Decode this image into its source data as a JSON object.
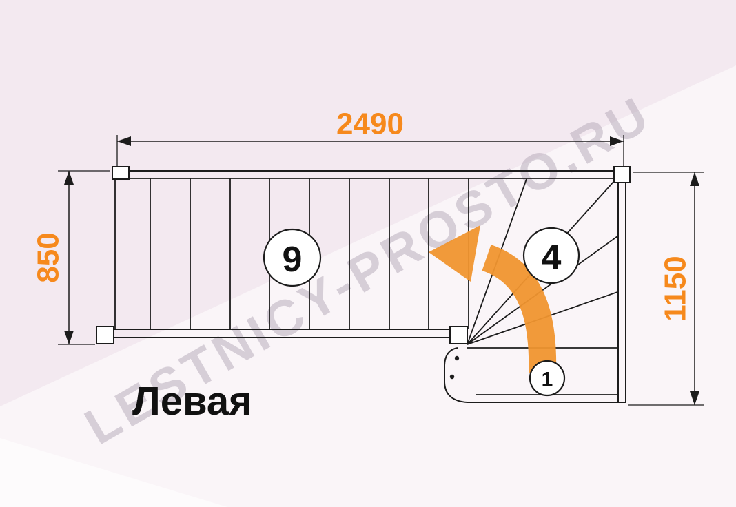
{
  "diagram": {
    "label": "Левая",
    "watermark": "LESTNICY-PROSTO.RU",
    "dimensions": {
      "top_width": "2490",
      "left_height": "850",
      "right_height": "1150"
    },
    "steps": {
      "straight_flight_count": "9",
      "winder_count": "4",
      "bottom_step": "1"
    },
    "colors": {
      "dimension_text": "#f6891c",
      "arrow": "#f0952f",
      "line": "#1c1c1c",
      "watermark": "#b4a8b8",
      "background": "#f3e9f0",
      "label_text": "#111111"
    }
  }
}
